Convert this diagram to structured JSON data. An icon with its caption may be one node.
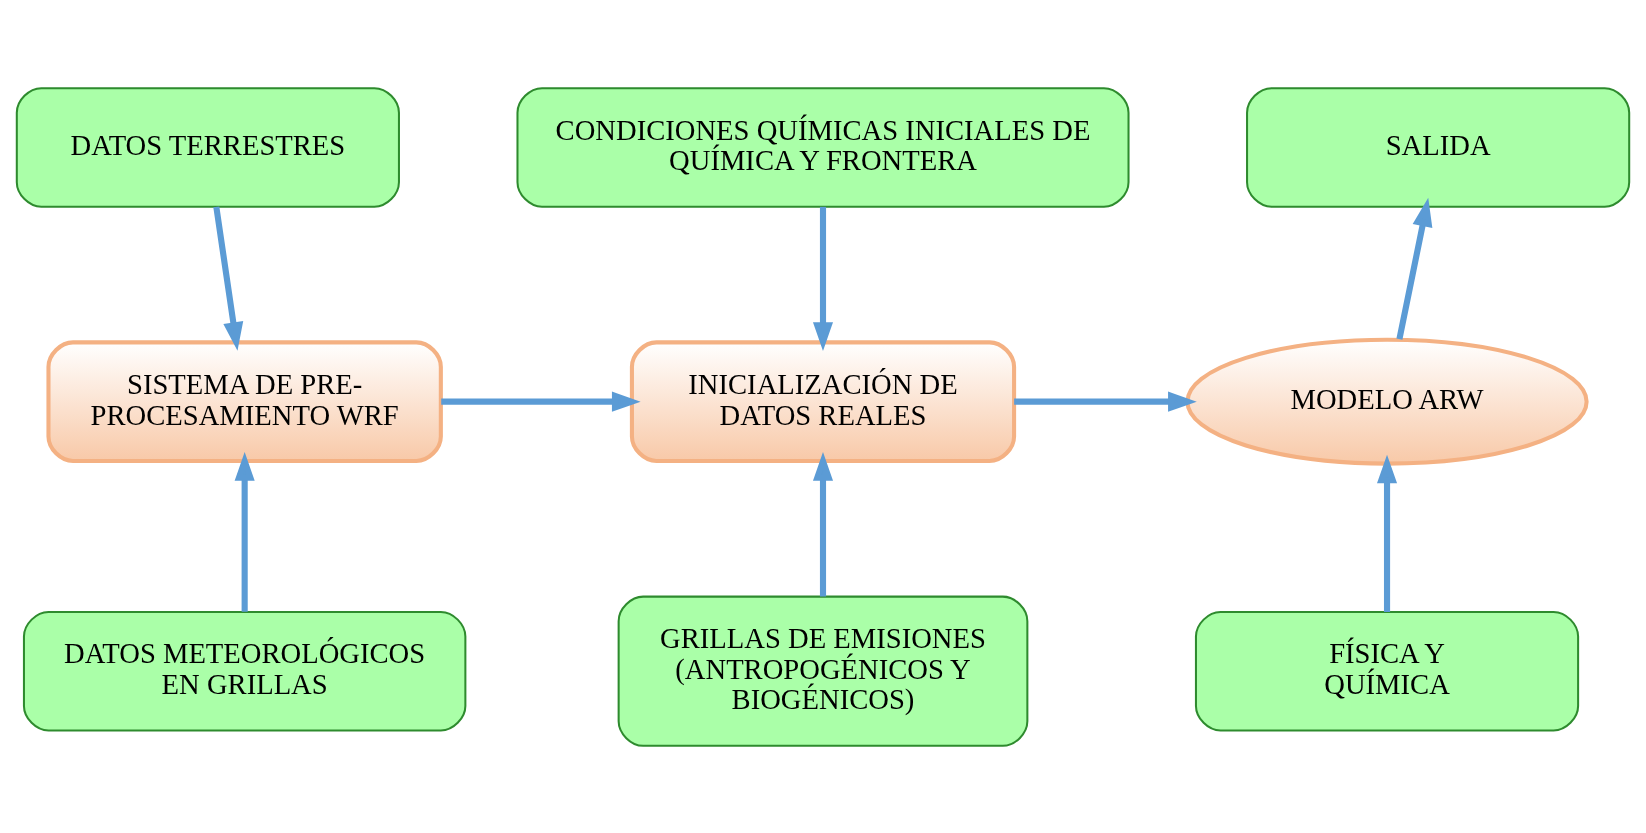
{
  "diagram": {
    "nodes": [
      {
        "text": [
          "DATOS TERRESTRES"
        ]
      },
      {
        "text": [
          "CONDICIONES QUÍMICAS INICIALES DE QUÍMICA Y FRONTERA"
        ]
      },
      {
        "text": [
          "SALIDA"
        ]
      },
      {
        "text": [
          "SISTEMA DE PRE-PROCESAMIENTO WRF"
        ]
      },
      {
        "text": [
          "INICIALIZACIÓN DE DATOS REALES"
        ]
      },
      {
        "text": [
          "MODELO ARW"
        ]
      },
      {
        "text": [
          "DATOS METEOROLÓGICOS EN GRILLAS"
        ]
      },
      {
        "text": [
          "GRILLAS DE EMISIONES (ANTROPOGÉNICOS Y BIOGÉNICOS)"
        ]
      },
      {
        "text": [
          "FÍSICA Y QUÍMICA"
        ]
      }
    ],
    "edges": [
      {
        "from": 0,
        "to": 3,
        "arrow": "to",
        "color": "#5b9bd5"
      },
      {
        "from": 6,
        "to": 3,
        "arrow": "to",
        "color": "#5b9bd5"
      },
      {
        "from": 3,
        "to": 4,
        "arrow": "to",
        "color": "#5b9bd5"
      },
      {
        "from": 1,
        "to": 4,
        "arrow": "to",
        "color": "#5b9bd5"
      },
      {
        "from": 7,
        "to": 4,
        "arrow": "to",
        "color": "#5b9bd5"
      },
      {
        "from": 4,
        "to": 5,
        "arrow": "to",
        "color": "#5b9bd5"
      },
      {
        "from": 5,
        "to": 2,
        "arrow": "to",
        "color": "#5b9bd5"
      },
      {
        "from": 8,
        "to": 5,
        "arrow": "to",
        "color": "#5b9bd5"
      }
    ]
  }
}
